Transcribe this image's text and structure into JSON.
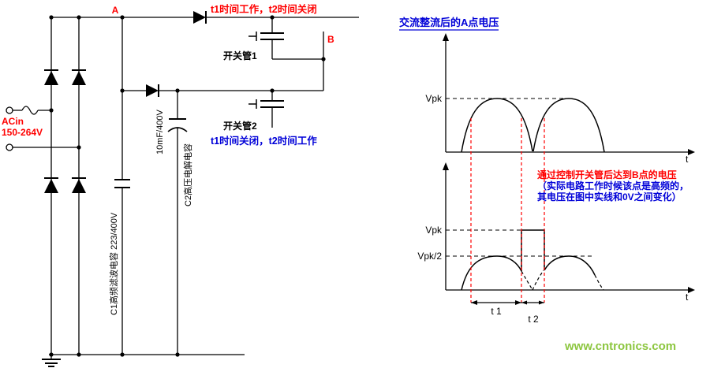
{
  "colors": {
    "red": "#ff0000",
    "blue": "#0000d8",
    "black": "#000000",
    "watermark_green": "#8cc63f"
  },
  "circuit": {
    "node_a": "A",
    "node_b": "B",
    "ac_label_1": "ACin",
    "ac_label_2": "150-264V",
    "sw1_note": "t1时间工作，t2时间关闭",
    "sw2_note": "t1时间关闭，t2时间工作",
    "sw1_name": "开关管1",
    "sw2_name": "开关管2",
    "c1_label": "C1高频滤波电容 223/400V",
    "c2_value": "10mF/400V",
    "c2_name": "C2高压电解电容"
  },
  "chart_top": {
    "title": "交流整流后的A点电压",
    "vpk": "Vpk",
    "t": "t"
  },
  "chart_bottom": {
    "vpk": "Vpk",
    "vpk_half": "Vpk/2",
    "t": "t",
    "t1": "t 1",
    "t2": "t 2",
    "note_1": "通过控制开关管后达到B点的电压",
    "note_2": "（实际电路工作时候该点是高频的，",
    "note_3": "其电压在图中实线和0V之间变化）"
  },
  "watermark": "www.cntronics.com",
  "chart_data": [
    {
      "type": "line",
      "title": "交流整流后的A点电压",
      "xlabel": "t",
      "y_tick_labels": [
        "Vpk"
      ],
      "waveform": "full-wave rectified sine, two humps peaking at Vpk"
    },
    {
      "type": "line",
      "title": "通过控制开关管后达到B点的电压",
      "xlabel": "t",
      "y_tick_labels": [
        "Vpk",
        "Vpk/2"
      ],
      "x_interval_labels": [
        "t 1",
        "t 2"
      ],
      "waveform": "half-amplitude humps at Vpk/2 with a rectangular pulse to Vpk during t2; dashed valley and tail segments"
    }
  ]
}
